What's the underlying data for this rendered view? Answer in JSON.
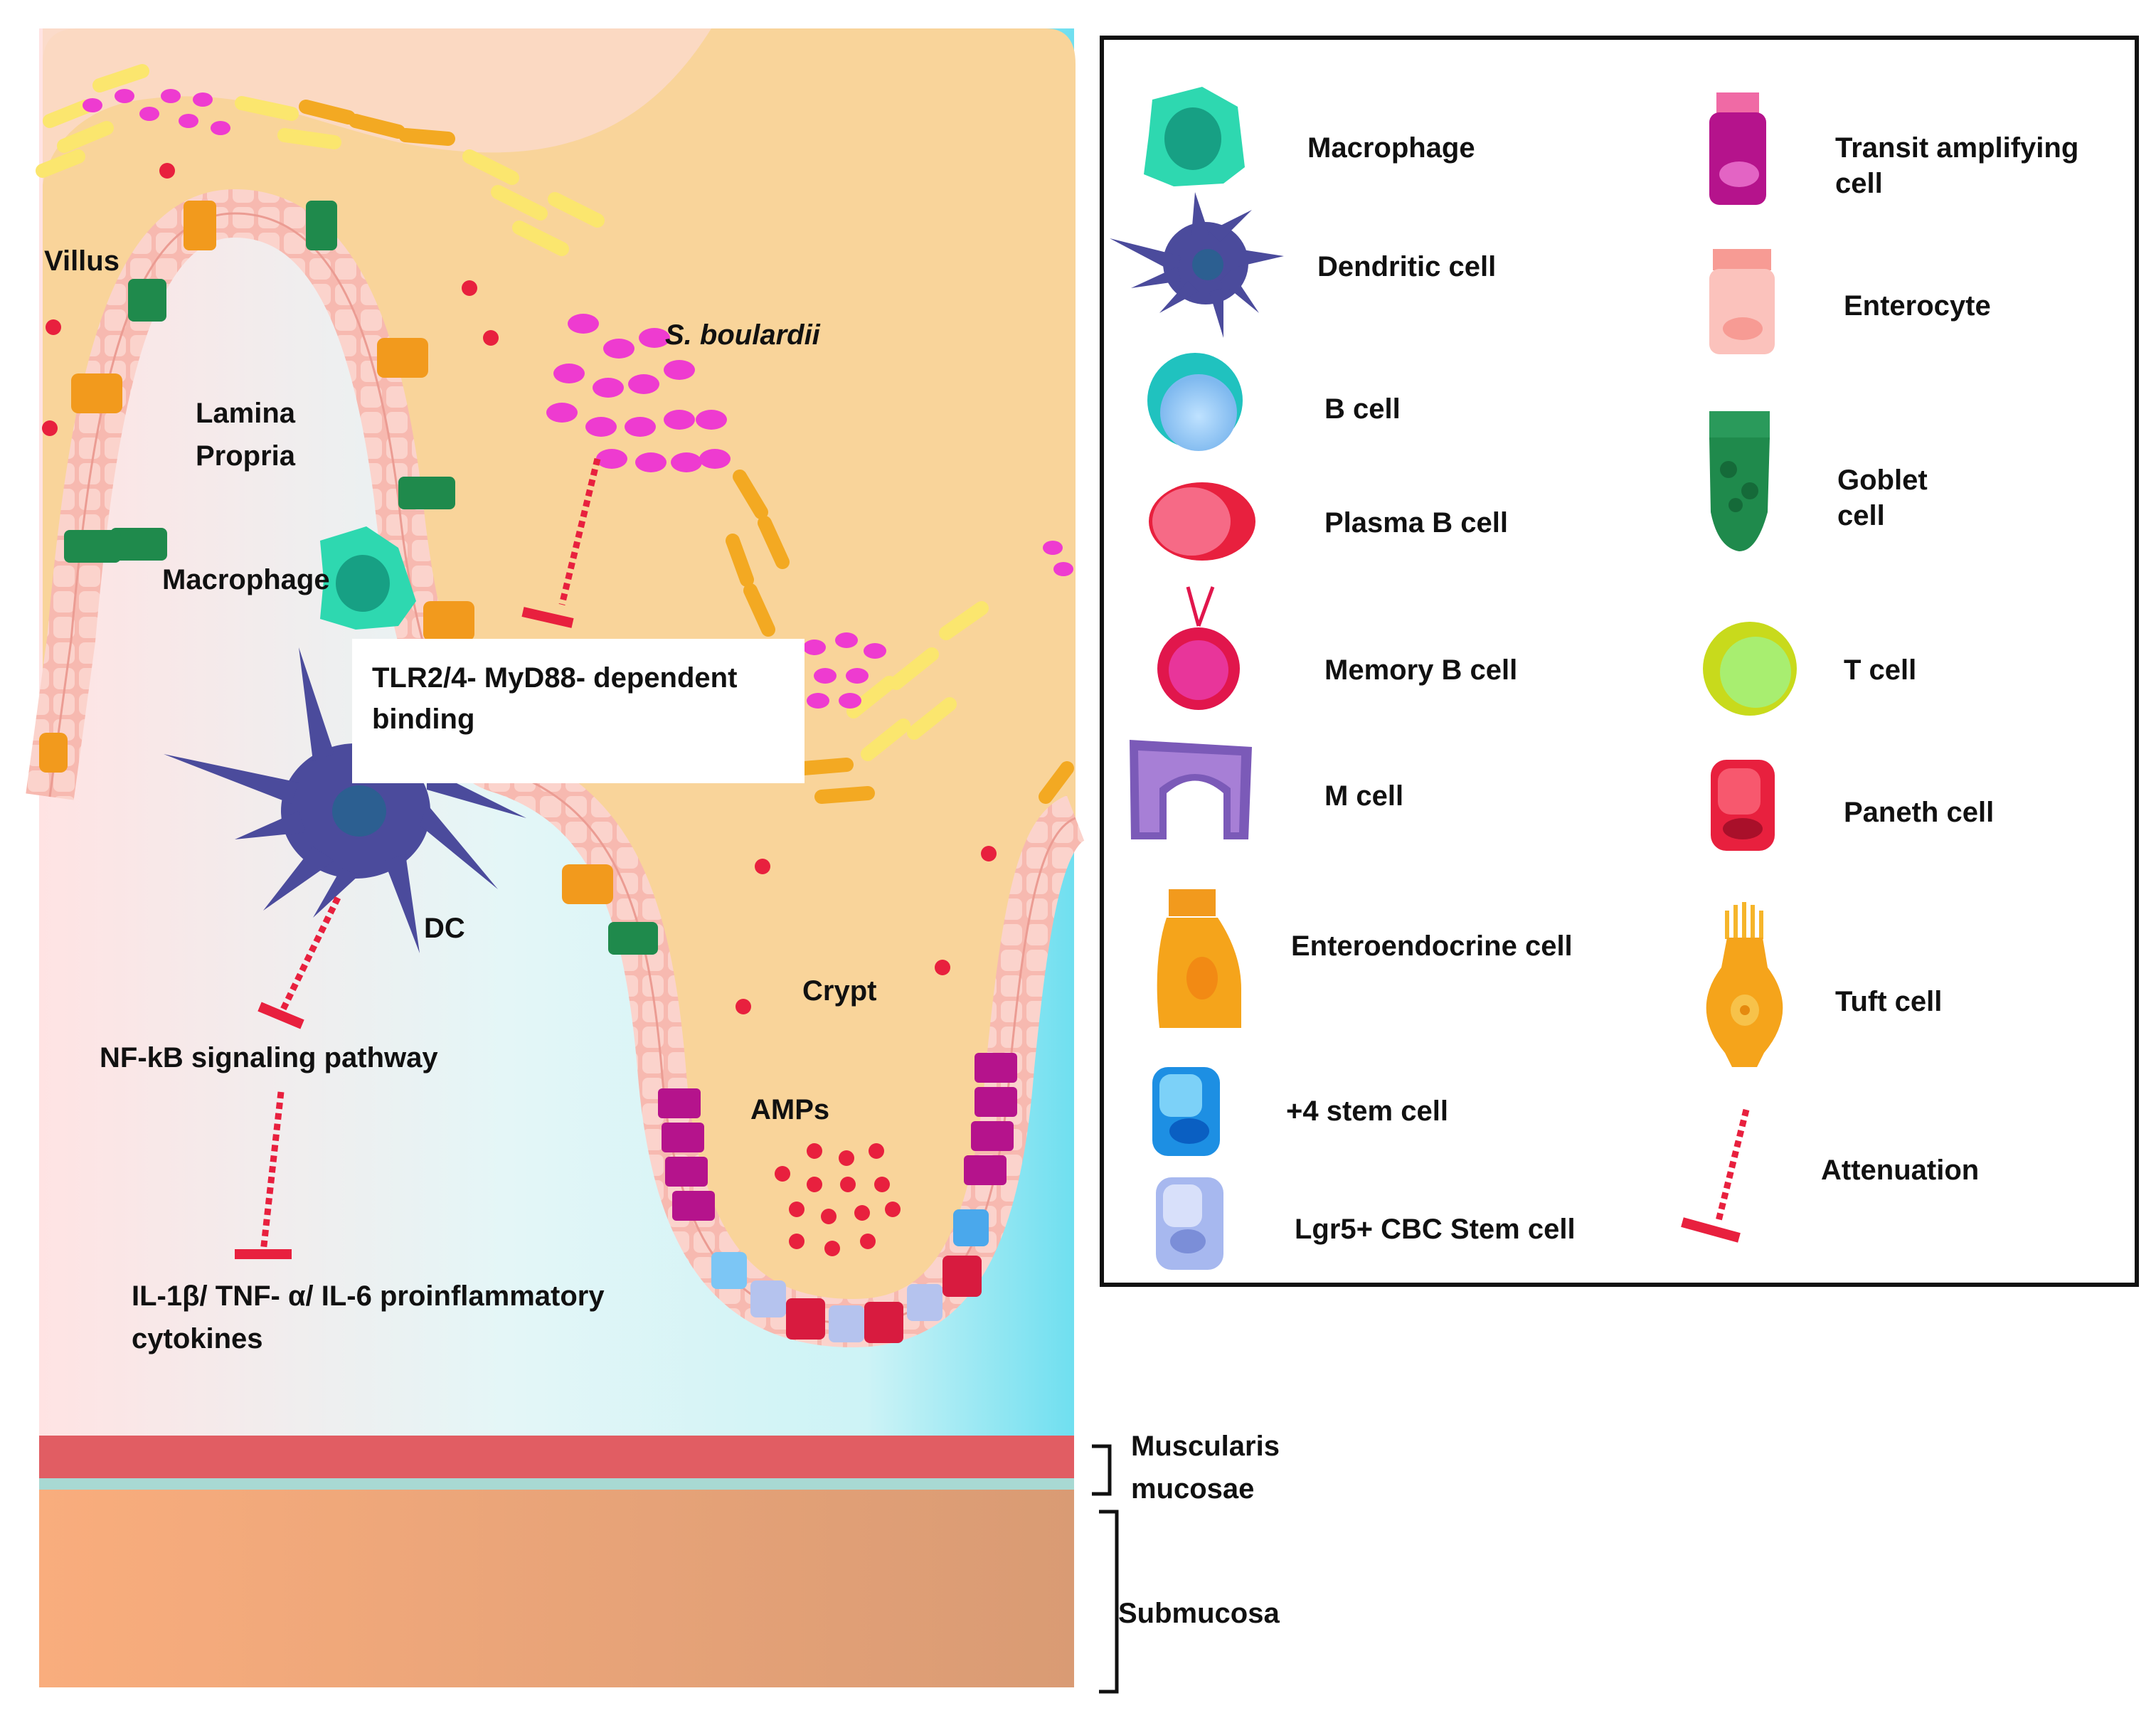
{
  "diagram": {
    "regions": {
      "villus": "Villus",
      "lamina_propria_line1": "Lamina",
      "lamina_propria_line2": "Propria",
      "crypt": "Crypt",
      "amps": "AMPs",
      "muscularis_line1": "Muscularis",
      "muscularis_line2": "mucosae",
      "submucosa": "Submucosa"
    },
    "cells": {
      "macrophage": "Macrophage",
      "dc": "DC",
      "probiotic": "S. boulardii"
    },
    "pathway": {
      "box_line1": "TLR2/4- MyD88- dependent",
      "box_line2": "binding",
      "nfkb": "NF-kB signaling pathway",
      "cytokines_line1": "IL-1β/ TNF- α/ IL-6 proinflammatory",
      "cytokines_line2": "cytokines"
    },
    "legend": [
      {
        "icon": "macrophage-icon",
        "label": "Macrophage"
      },
      {
        "icon": "dendritic-cell-icon",
        "label": "Dendritic cell"
      },
      {
        "icon": "b-cell-icon",
        "label": "B cell"
      },
      {
        "icon": "plasma-b-cell-icon",
        "label": "Plasma B cell"
      },
      {
        "icon": "memory-b-cell-icon",
        "label": "Memory B cell"
      },
      {
        "icon": "m-cell-icon",
        "label": "M cell"
      },
      {
        "icon": "enteroendocrine-cell-icon",
        "label": "Enteroendocrine cell"
      },
      {
        "icon": "plus4-stem-cell-icon",
        "label": "+4 stem cell"
      },
      {
        "icon": "lgr5-stem-cell-icon",
        "label": "Lgr5+ CBC Stem cell"
      },
      {
        "icon": "transit-amplifying-cell-icon",
        "label": "Transit amplifying cell"
      },
      {
        "icon": "enterocyte-icon",
        "label": "Enterocyte"
      },
      {
        "icon": "goblet-cell-icon",
        "label": "Goblet cell"
      },
      {
        "icon": "t-cell-icon",
        "label": "T cell"
      },
      {
        "icon": "paneth-cell-icon",
        "label": "Paneth cell"
      },
      {
        "icon": "tuft-cell-icon",
        "label": "Tuft cell"
      },
      {
        "icon": "attenuation-icon",
        "label": "Attenuation"
      }
    ],
    "colors": {
      "lumen": "#f9d49a",
      "lamina_propria": "#dff3f5",
      "epithelium": "#f6b3ab",
      "muscularis": "#e15d63",
      "submucosa": "#f7a876",
      "probiotic": "#ee3bd0",
      "inhibit": "#e8203e",
      "dc": "#4b4b9c",
      "macrophage": "#2ed8b0"
    }
  }
}
